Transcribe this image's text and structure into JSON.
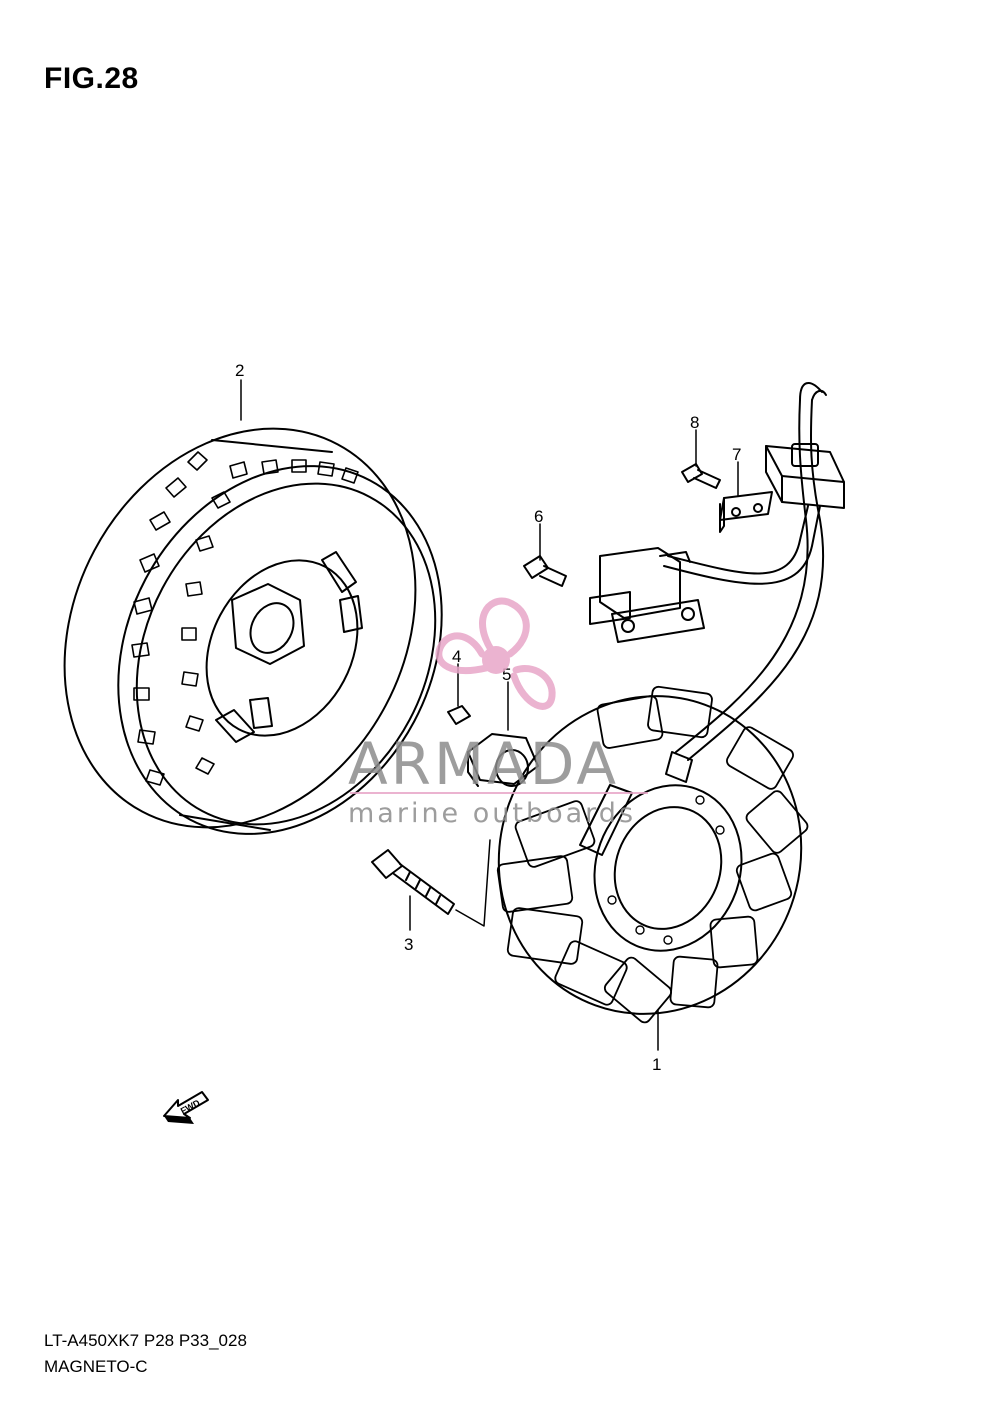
{
  "figure": {
    "title": "FIG.28"
  },
  "footer": {
    "model_code": "LT-A450XK7 P28 P33_028",
    "section_name": "MAGNETO-C"
  },
  "watermark": {
    "brand": "ARMADA",
    "tagline": "marine outboards",
    "brand_color": "#888888",
    "logo_color": "#e8a6c8"
  },
  "direction_arrow": {
    "label": "FWD"
  },
  "parts": [
    {
      "number": "1"
    },
    {
      "number": "2"
    },
    {
      "number": "3"
    },
    {
      "number": "4"
    },
    {
      "number": "5"
    },
    {
      "number": "6"
    },
    {
      "number": "7"
    },
    {
      "number": "8"
    }
  ]
}
